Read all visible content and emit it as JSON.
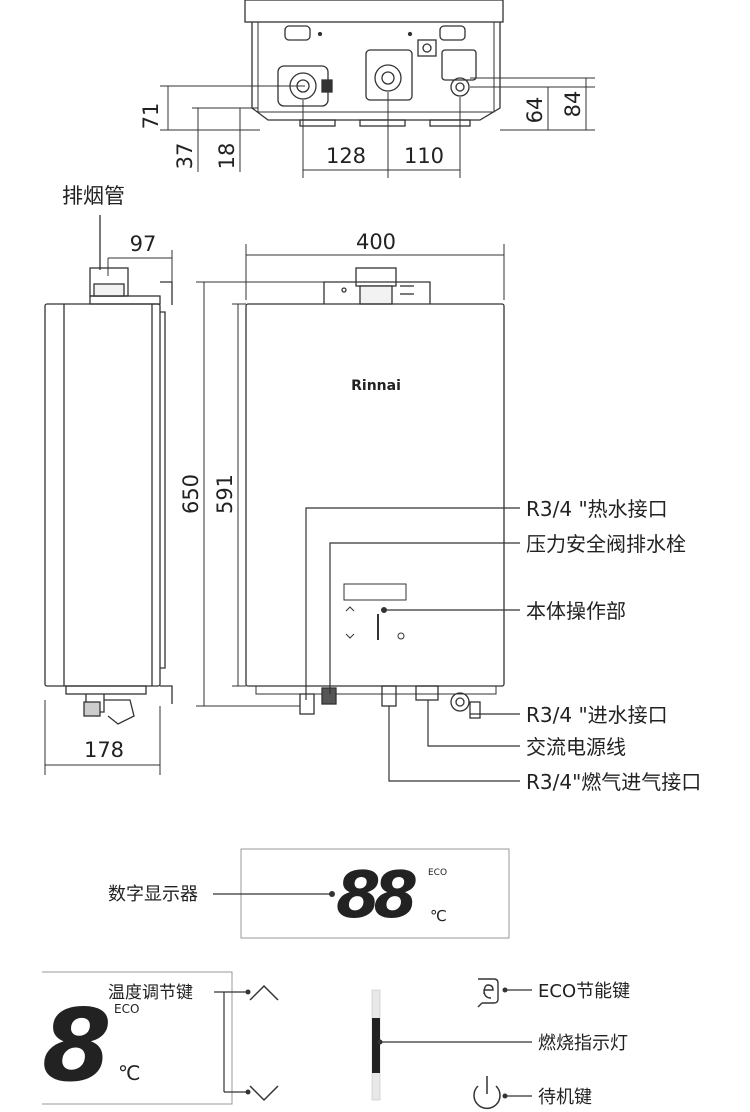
{
  "bottom_view": {
    "dims": {
      "d71": "71",
      "d37": "37",
      "d18": "18",
      "d128": "128",
      "d110": "110",
      "d64": "64",
      "d84": "84"
    }
  },
  "side_view": {
    "flue_label": "排烟管",
    "dims": {
      "d97": "97",
      "d178": "178"
    }
  },
  "front_view": {
    "brand": "Rinnai",
    "dims": {
      "d400": "400",
      "d650": "650",
      "d591": "591"
    },
    "callouts": [
      "R3/4 \"热水接口",
      "压力安全阀排水栓",
      "本体操作部",
      "R3/4 \"进水接口",
      "交流电源线",
      "R3/4\"燃气进气接口"
    ]
  },
  "display_panel": {
    "label": "数字显示器",
    "digits": "88",
    "eco": "ECO",
    "unit": "℃"
  },
  "control_panel": {
    "temp_label": "温度调节键",
    "digit": "8",
    "eco": "ECO",
    "unit": "℃",
    "eco_key_label": "ECO节能键",
    "burn_indicator_label": "燃烧指示灯",
    "standby_key_label": "待机键"
  }
}
